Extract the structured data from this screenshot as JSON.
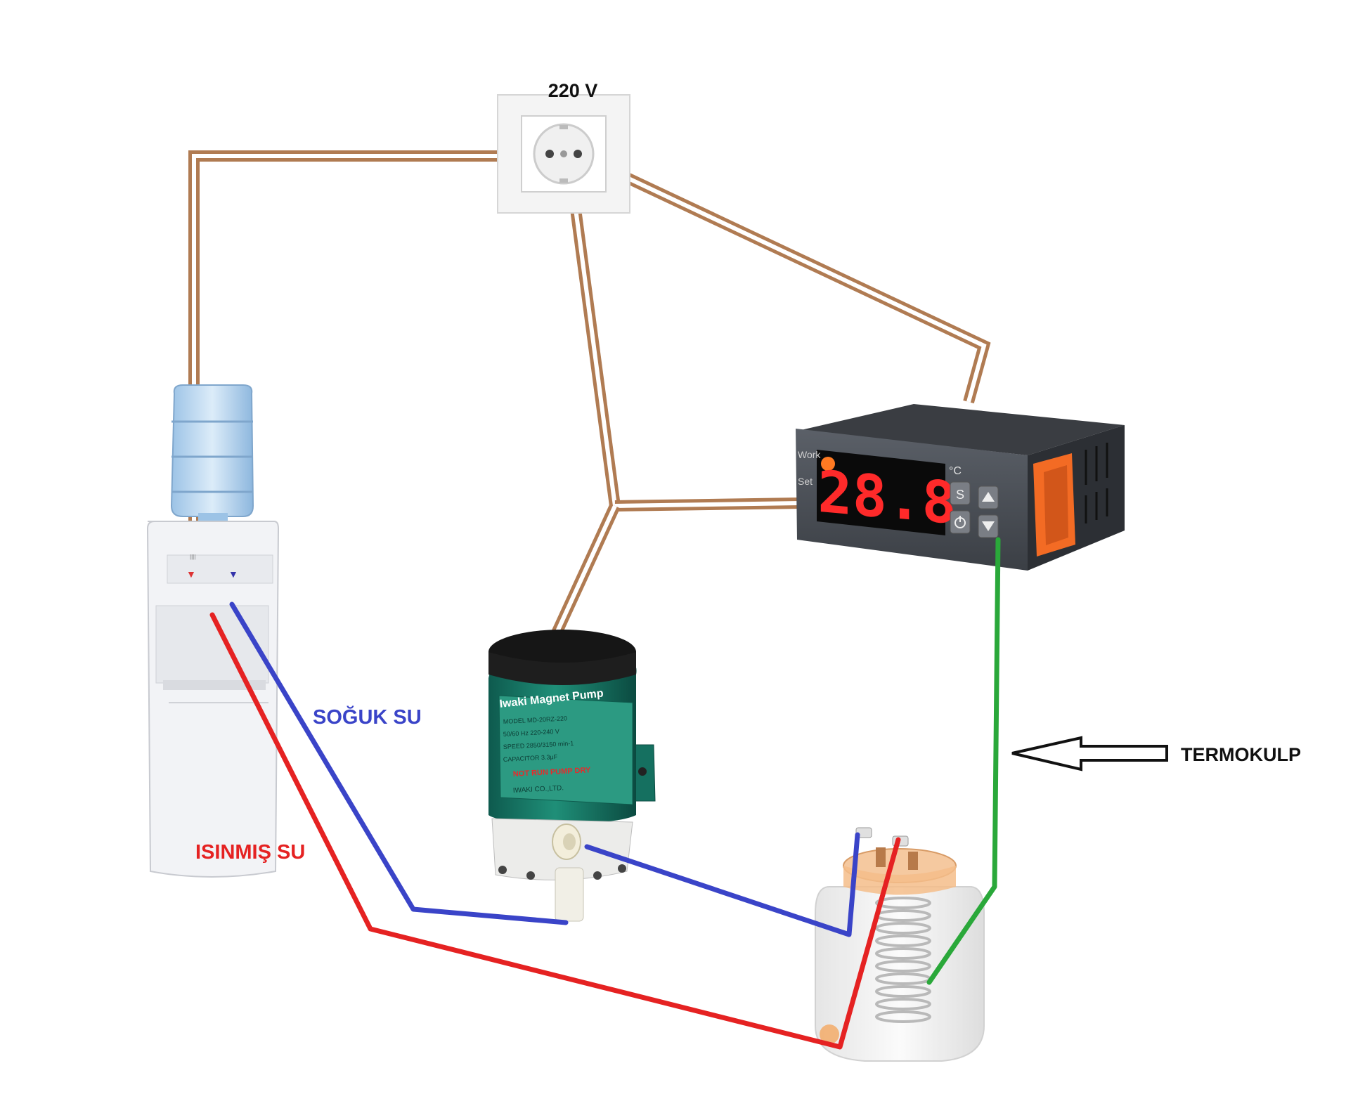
{
  "labels": {
    "voltage": "220 V",
    "cold_water": "SOĞUK SU",
    "warm_water": "ISINMIŞ SU",
    "thermocouple": "TERMOKULP"
  },
  "controller": {
    "display": "28.8",
    "unit": "°C",
    "work_label": "Work",
    "set_label": "Set",
    "s_button": "S"
  },
  "pump": {
    "brand": "Iwaki Magnet Pump",
    "warning": "NOT RUN PUMP DRY",
    "maker": "IWAKI CO.,LTD."
  },
  "colors": {
    "power_wire": "#b07b52",
    "cold_pipe": "#3a44c8",
    "warm_pipe": "#e52222",
    "thermocouple_wire": "#2aa83a"
  }
}
